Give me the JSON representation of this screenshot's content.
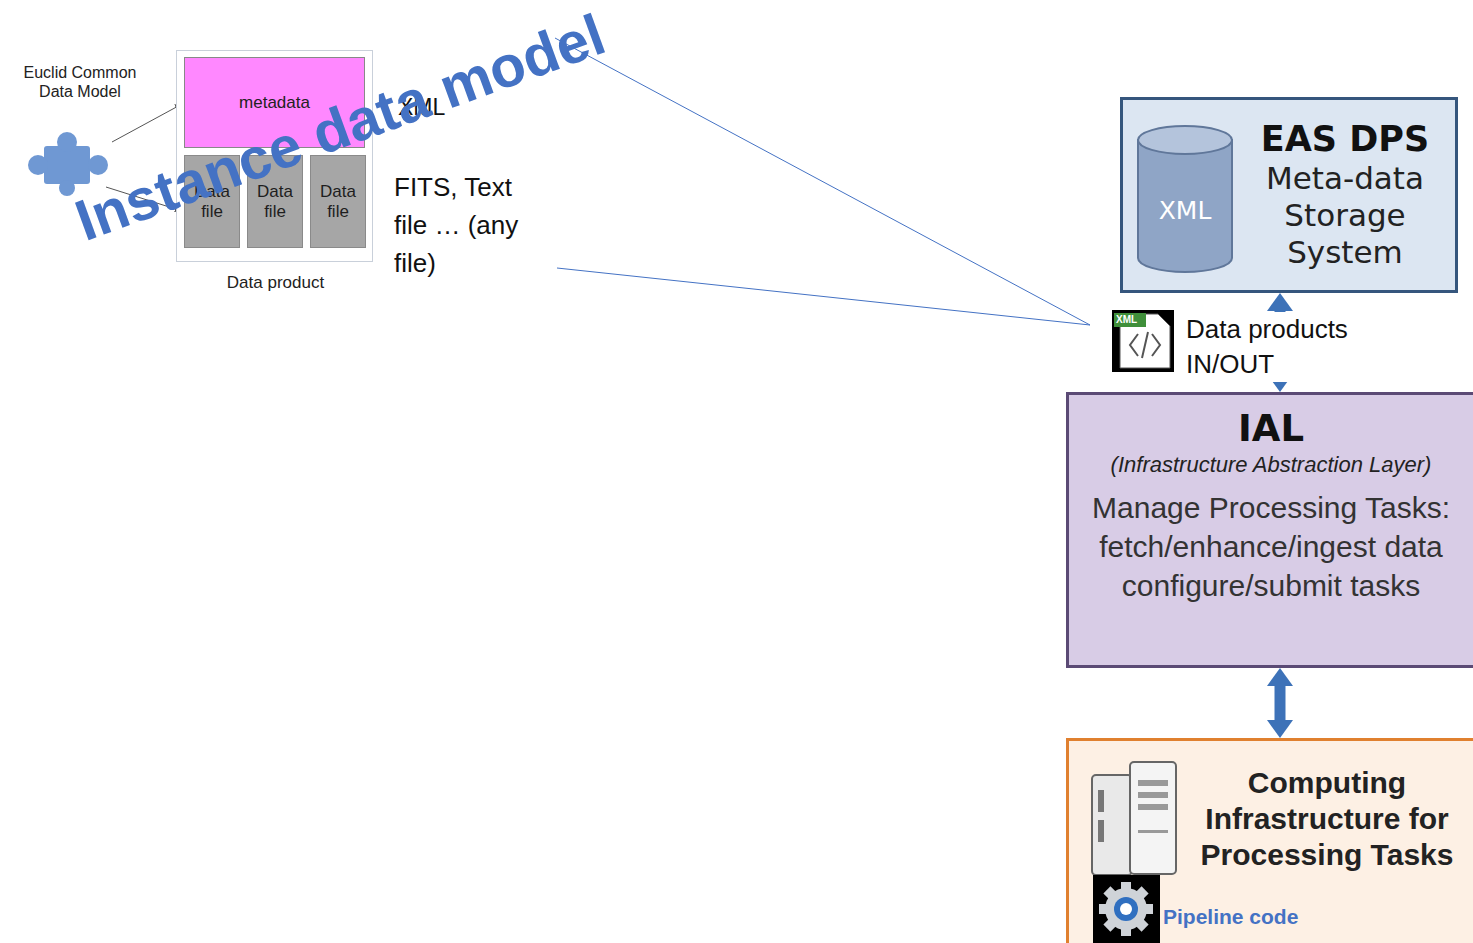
{
  "diagram": {
    "nodes": [
      {
        "text": [
          "Data product"
        ]
      },
      {
        "text": [
          "metadata"
        ],
        "in": 0
      },
      {
        "text": [
          "Data file"
        ],
        "in": 0
      },
      {
        "text": [
          "Data file"
        ],
        "in": 0
      },
      {
        "text": [
          "Data file"
        ],
        "in": 0
      },
      {
        "text": [
          "EAS DPS",
          "Meta-data Storage System"
        ]
      },
      {
        "text": [
          "IAL",
          "(Infrastructure Abstraction Layer)",
          "Manage Processing Tasks: fetch/enhance/ingest data configure/submit tasks"
        ]
      },
      {
        "text": [
          "Computing Infrastructure for Processing Tasks",
          "Pipeline code"
        ]
      }
    ],
    "edges": [
      {
        "from": 5,
        "to": 6,
        "arrow": "both",
        "label": "Data products IN/OUT"
      },
      {
        "from": 6,
        "to": 7,
        "arrow": "both"
      }
    ],
    "labels": [
      "Euclid Common Data Model",
      "XML",
      "FITS, Text file … (any file)",
      "Instance data model",
      "XML",
      "XML"
    ]
  }
}
